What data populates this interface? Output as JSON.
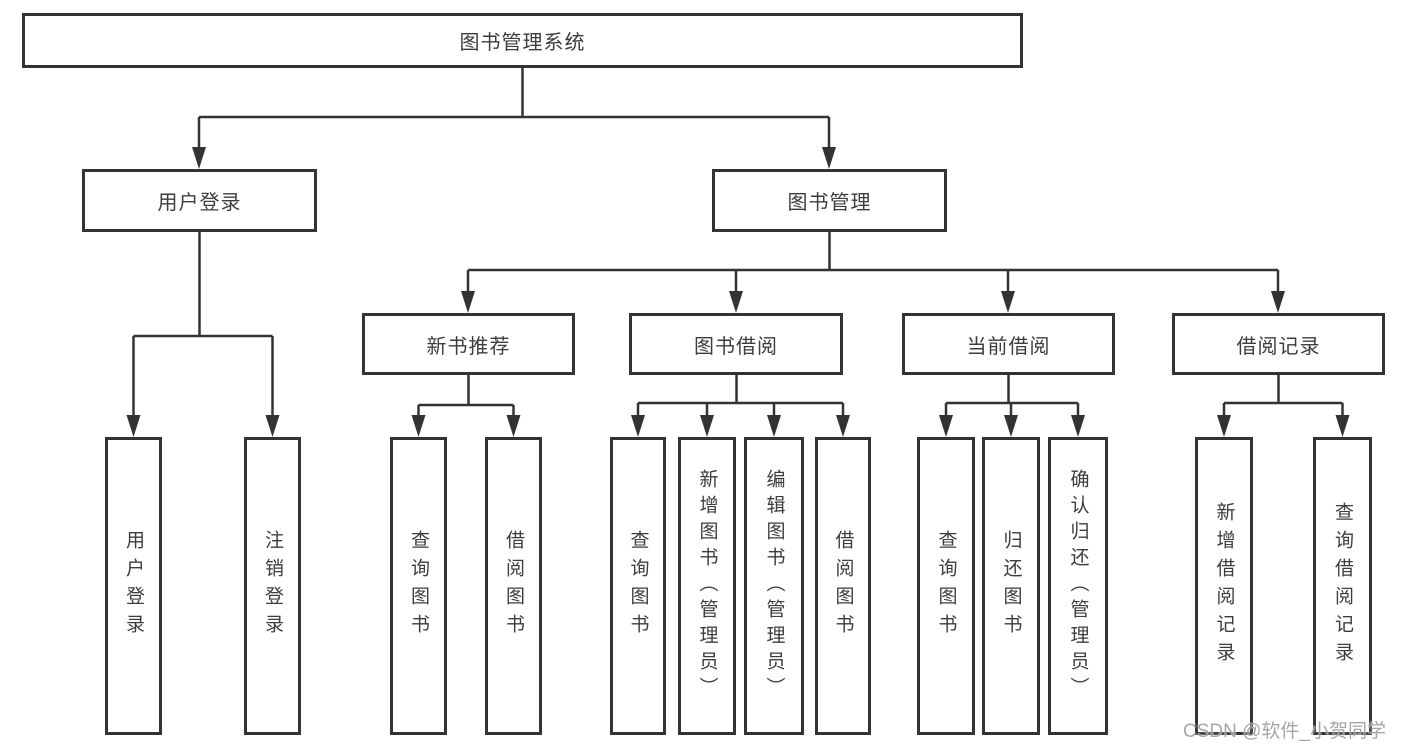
{
  "tree": {
    "label": "图书管理系统",
    "children": [
      {
        "label": "用户登录",
        "children": [
          {
            "label": "用户登录"
          },
          {
            "label": "注销登录"
          }
        ]
      },
      {
        "label": "图书管理",
        "children": [
          {
            "label": "新书推荐",
            "children": [
              {
                "label": "查询图书"
              },
              {
                "label": "借阅图书"
              }
            ]
          },
          {
            "label": "图书借阅",
            "children": [
              {
                "label": "查询图书"
              },
              {
                "label": "新增图书（管理员）"
              },
              {
                "label": "编辑图书（管理员）"
              },
              {
                "label": "借阅图书"
              }
            ]
          },
          {
            "label": "当前借阅",
            "children": [
              {
                "label": "查询图书"
              },
              {
                "label": "归还图书"
              },
              {
                "label": "确认归还（管理员）"
              }
            ]
          },
          {
            "label": "借阅记录",
            "children": [
              {
                "label": "新增借阅记录"
              },
              {
                "label": "查询借阅记录"
              }
            ]
          }
        ]
      }
    ]
  },
  "watermark": {
    "text": "CSDN @软件_小贺同学"
  },
  "colors": {
    "line": "#333333",
    "box_border": "#333333",
    "text": "#3d3d3d",
    "background": "#ffffff",
    "watermark": "#969696"
  }
}
